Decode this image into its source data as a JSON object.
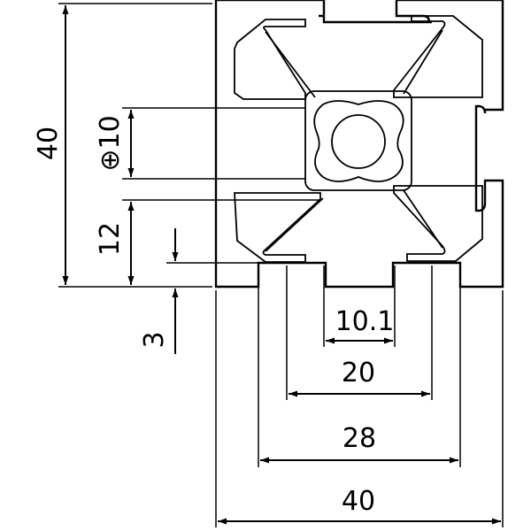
{
  "dimensions": {
    "height_total": "40",
    "bore": "⊕10",
    "slot_depth": "12",
    "wall": "3",
    "slot_opening": "10.1",
    "slot_inner": "20",
    "slot_width": "28",
    "width_total": "40"
  }
}
